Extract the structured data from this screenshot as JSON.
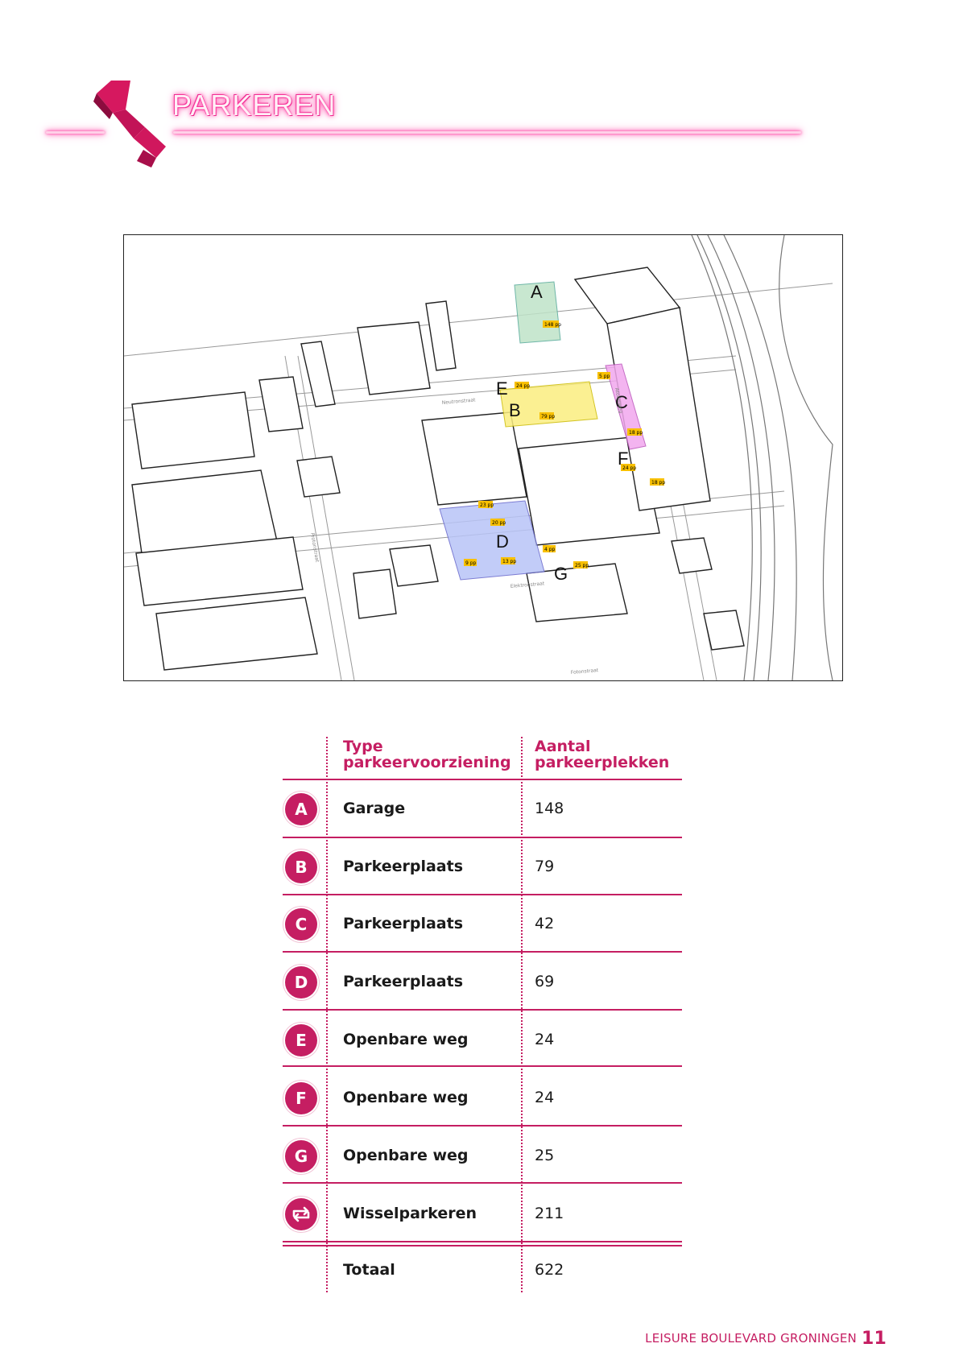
{
  "header": {
    "title": "PARKEREN"
  },
  "map": {
    "zone_labels": [
      "A",
      "B",
      "C",
      "D",
      "E",
      "F",
      "G"
    ],
    "zone_colors": {
      "A": "#bfe3c8",
      "B": "#fbee80",
      "C": "#f2a8ee",
      "D": "#b8c4f7"
    },
    "capacity_tags": [
      "148 pp",
      "24 pp",
      "79 pp",
      "5 pp",
      "18 pp",
      "24 pp",
      "18 pp",
      "23 pp",
      "20 pp",
      "4 pp",
      "9 pp",
      "13 pp",
      "25 pp"
    ],
    "street_names": [
      "Neutronstraat",
      "Protonstraat",
      "Elektronstraat",
      "Fotonstraat",
      "Atoomweg"
    ]
  },
  "table": {
    "col_type": [
      "Type",
      "parkeervoorziening"
    ],
    "col_amount": [
      "Aantal",
      "parkeerplekken"
    ],
    "rows": [
      {
        "badge": "A",
        "type": "Garage",
        "amount": "148"
      },
      {
        "badge": "B",
        "type": "Parkeerplaats",
        "amount": "79"
      },
      {
        "badge": "C",
        "type": "Parkeerplaats",
        "amount": "42"
      },
      {
        "badge": "D",
        "type": "Parkeerplaats",
        "amount": "69"
      },
      {
        "badge": "E",
        "type": "Openbare weg",
        "amount": "24"
      },
      {
        "badge": "F",
        "type": "Openbare weg",
        "amount": "24"
      },
      {
        "badge": "G",
        "type": "Openbare weg",
        "amount": "25"
      },
      {
        "badge_icon": "swap-arrows-icon",
        "type": "Wisselparkeren",
        "amount": "211"
      }
    ],
    "total": {
      "type": "Totaal",
      "amount": "622"
    }
  },
  "footer": {
    "text": "LEISURE BOULEVARD GRONINGEN",
    "page": "11"
  },
  "colors": {
    "accent": "#c51e62",
    "neon": "#ff3fa3"
  }
}
